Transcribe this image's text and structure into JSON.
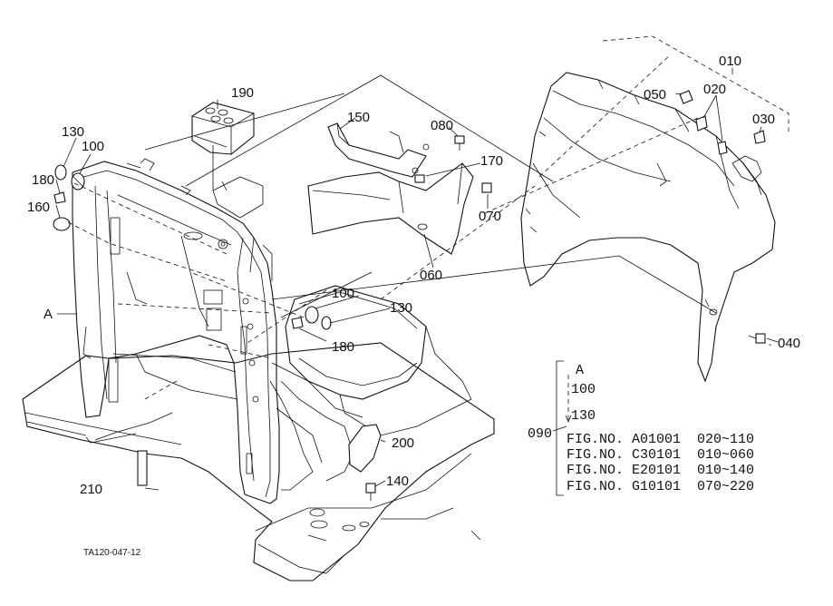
{
  "diagram_id": "TA120-047-12",
  "labels": {
    "p010": "010",
    "p020": "020",
    "p030": "030",
    "p040": "040",
    "p050": "050",
    "p060": "060",
    "p070": "070",
    "p080": "080",
    "p100a": "100",
    "p100b": "100",
    "p130a": "130",
    "p130b": "130",
    "p140": "140",
    "p150": "150",
    "p160": "160",
    "p170": "170",
    "p180a": "180",
    "p180b": "180",
    "p190": "190",
    "p200": "200",
    "p210": "210",
    "pA": "A"
  },
  "note": {
    "code": "090",
    "group": [
      "A",
      "100",
      "130"
    ],
    "fig_refs": [
      "FIG.NO. A01001  020~110",
      "FIG.NO. C30101  010~060",
      "FIG.NO. E20101  010~140",
      "FIG.NO. G10101  070~220"
    ]
  }
}
